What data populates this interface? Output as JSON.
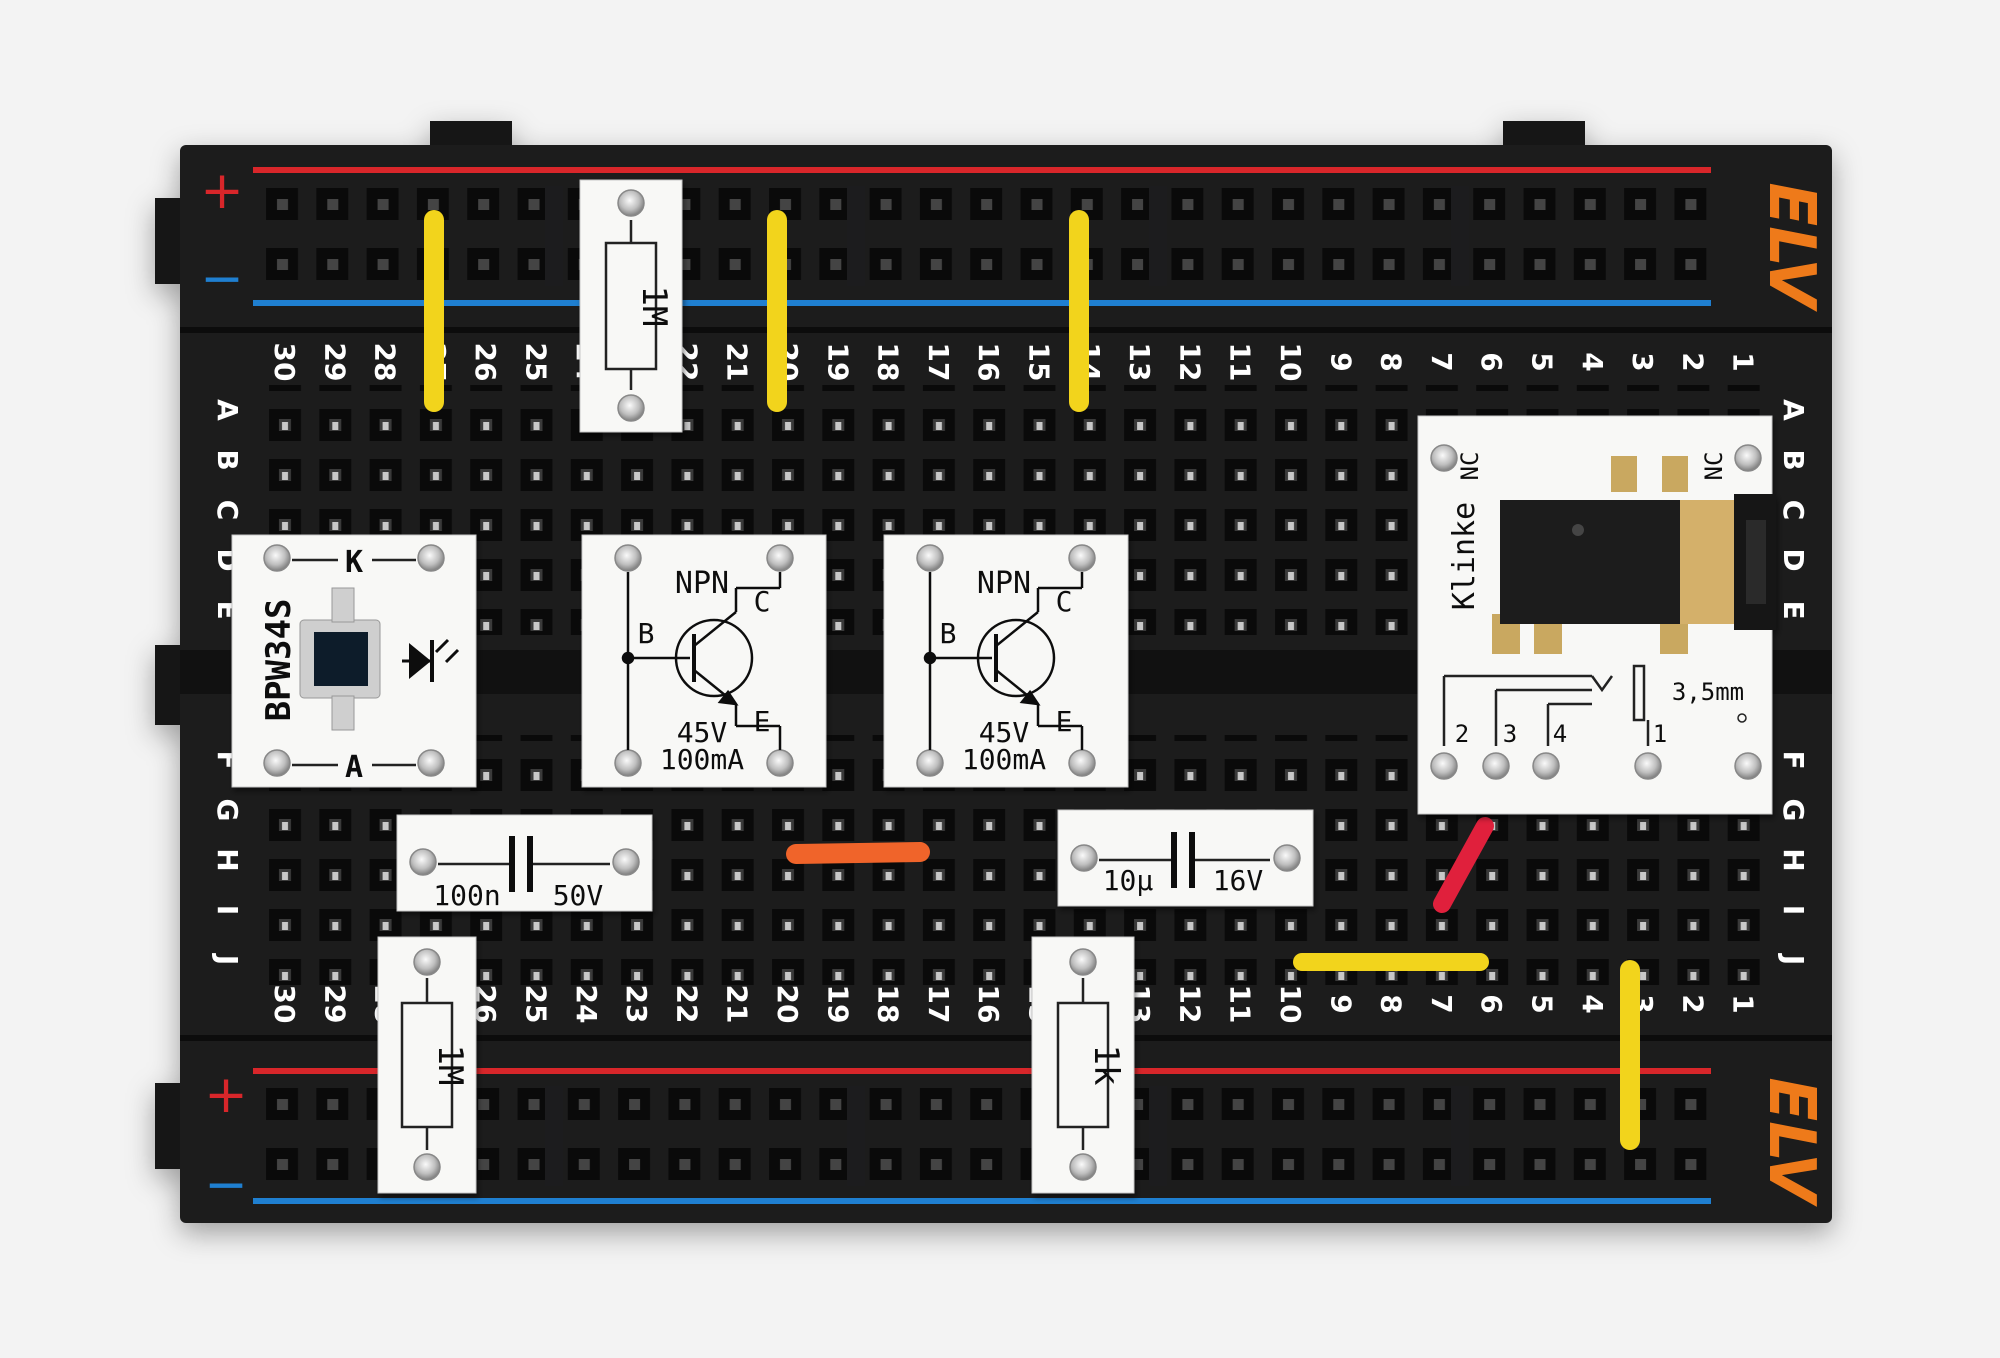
{
  "brand": "ELV",
  "rail_symbols": {
    "plus": "+",
    "minus": "−"
  },
  "colors": {
    "board": "#1c1c1e",
    "rail_red": "#d8262a",
    "rail_blue": "#1f7fd0",
    "brand_orange": "#ee7a1a",
    "wire_yellow": "#f2d41c",
    "wire_orange": "#f0642a",
    "wire_red": "#e0203c",
    "module_white": "#f8f8f6",
    "background": "#f3f3f3"
  },
  "column_numbers": [
    "30",
    "29",
    "28",
    "27",
    "26",
    "25",
    "24",
    "23",
    "22",
    "21",
    "20",
    "19",
    "18",
    "17",
    "16",
    "15",
    "14",
    "13",
    "12",
    "11",
    "10",
    "9",
    "8",
    "7",
    "6",
    "5",
    "4",
    "3",
    "2",
    "1"
  ],
  "row_letters_top": [
    "A",
    "B",
    "C",
    "D",
    "E"
  ],
  "row_letters_bottom": [
    "F",
    "G",
    "H",
    "I",
    "J"
  ],
  "modules": {
    "r1_top": {
      "value": "1M"
    },
    "r1_bottom": {
      "value": "1M"
    },
    "r1k": {
      "value": "1k"
    },
    "photodiode": {
      "part": "BPW34S",
      "cathode": "K",
      "anode": "A"
    },
    "npn1": {
      "type": "NPN",
      "base": "B",
      "collector": "C",
      "emitter": "E",
      "voltage": "45V",
      "current": "100mA"
    },
    "npn2": {
      "type": "NPN",
      "base": "B",
      "collector": "C",
      "emitter": "E",
      "voltage": "45V",
      "current": "100mA"
    },
    "cap1": {
      "value": "100n",
      "voltage": "50V"
    },
    "cap2": {
      "value": "10µ",
      "voltage": "16V"
    },
    "jack": {
      "name": "Klinke",
      "nc_left": "NC",
      "nc_right": "NC",
      "size": "3,5mm",
      "pin2": "2",
      "pin3": "3",
      "pin4": "4",
      "pin1": "1"
    }
  }
}
